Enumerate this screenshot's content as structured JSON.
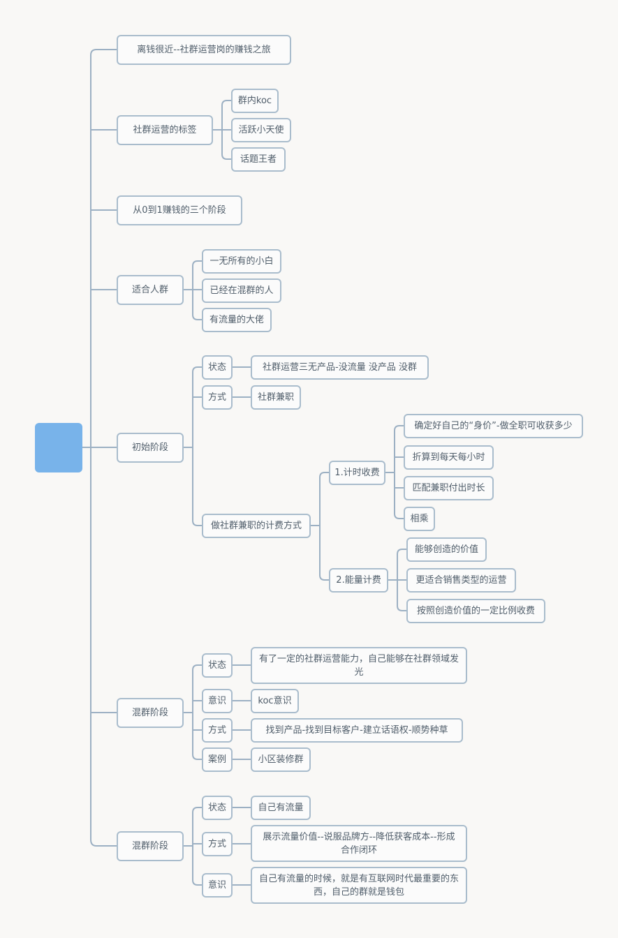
{
  "root": {
    "label": ""
  },
  "colors": {
    "root_fill": "#78b3ea",
    "node_border": "#a9bccc",
    "line": "#9cb0c3",
    "text": "#4f5d6a",
    "background": "#f9f8f6"
  },
  "nodes": {
    "intro": "离钱很近--社群运营岗的赚钱之旅",
    "tags": "社群运营的标签",
    "tags_koc": "群内koc",
    "tags_angel": "活跃小天使",
    "tags_king": "话题王者",
    "stages": "从0到1赚钱的三个阶段",
    "audience": "适合人群",
    "aud_1": "一无所有的小白",
    "aud_2": "已经在混群的人",
    "aud_3": "有流量的大佬",
    "initial": "初始阶段",
    "init_state": "状态",
    "init_state_v": "社群运营三无产品-没流量 没产品 没群",
    "init_way": "方式",
    "init_way_v": "社群兼职",
    "init_fee": "做社群兼职的计费方式",
    "fee_time": "1.计时收费",
    "fee_time_1": "确定好自己的“身价”-做全职可收获多少",
    "fee_time_2": "折算到每天每小时",
    "fee_time_3": "匹配兼职付出时长",
    "fee_time_4": "相乘",
    "fee_energy": "2.能量计费",
    "fee_energy_1": "能够创造的价值",
    "fee_energy_2": "更适合销售类型的运营",
    "fee_energy_3": "按照创造价值的一定比例收费",
    "mix": "混群阶段",
    "mix_state": "状态",
    "mix_state_v": "有了一定的社群运营能力，自己能够在社群领域发光",
    "mix_sense": "意识",
    "mix_sense_v": "koc意识",
    "mix_way": "方式",
    "mix_way_v": "找到产品-找到目标客户-建立话语权-顺势种草",
    "mix_case": "案例",
    "mix_case_v": "小区装修群",
    "mix2": "混群阶段",
    "mix2_state": "状态",
    "mix2_state_v": "自己有流量",
    "mix2_way": "方式",
    "mix2_way_v": "展示流量价值--说服品牌方--降低获客成本--形成合作闭环",
    "mix2_sense": "意识",
    "mix2_sense_v": "自己有流量的时候，就是有互联网时代最重要的东西，自己的群就是钱包"
  }
}
